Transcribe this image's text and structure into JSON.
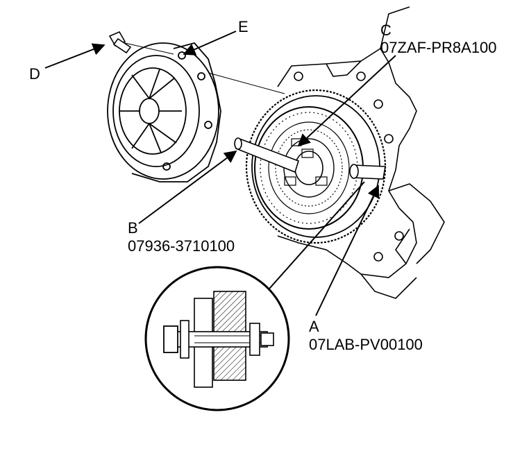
{
  "callouts": {
    "a": {
      "letter": "A",
      "part_number": "07LAB-PV00100"
    },
    "b": {
      "letter": "B",
      "part_number": "07936-3710100"
    },
    "c": {
      "letter": "C",
      "part_number": "07ZAF-PR8A100"
    },
    "d": {
      "letter": "D"
    },
    "e": {
      "letter": "E"
    }
  },
  "colors": {
    "ink": "#000000",
    "paper": "#ffffff",
    "shade": "#d9d9d9"
  }
}
